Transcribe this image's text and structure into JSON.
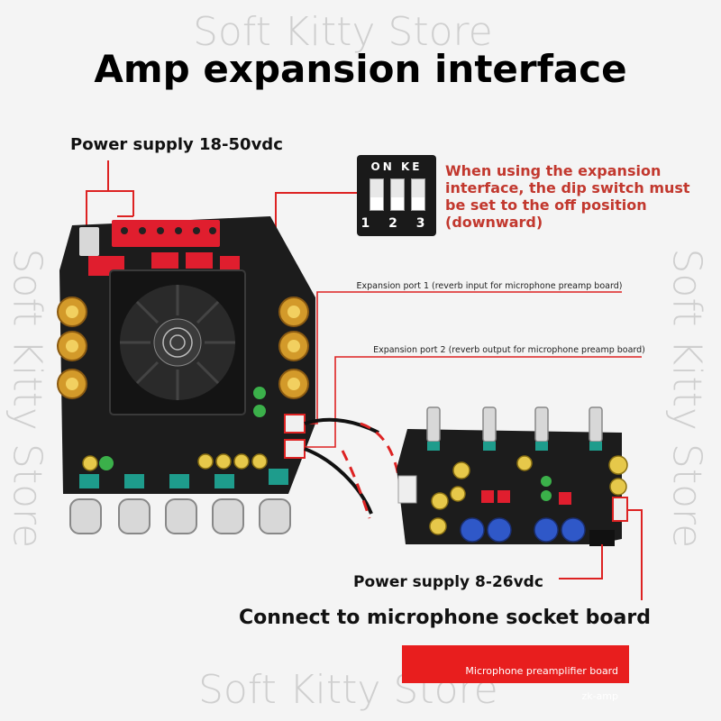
{
  "watermark": "Soft Kitty Store",
  "title": "Amp expansion interface",
  "labels": {
    "power_supply_main": "Power supply 18-50vdc",
    "dip_note": "When using the expansion interface, the dip switch must be set to the off position (downward)",
    "expansion_port_1": "Expansion port 1 (reverb input for microphone preamp board)",
    "expansion_port_2": "Expansion port 2 (reverb output for microphone preamp board)",
    "power_supply_preamp": "Power supply 8-26vdc",
    "connect_socket": "Connect to microphone socket board",
    "preamp_name": "Microphone preamplifier board",
    "preamp_model": "zk-amp"
  },
  "dip_switch": {
    "top_label": "ON KE",
    "numbers": "1 2 3"
  },
  "colors": {
    "accent_red": "#c2382e",
    "badge_red": "#e81e1e",
    "board_dark": "#1c1c1c"
  }
}
